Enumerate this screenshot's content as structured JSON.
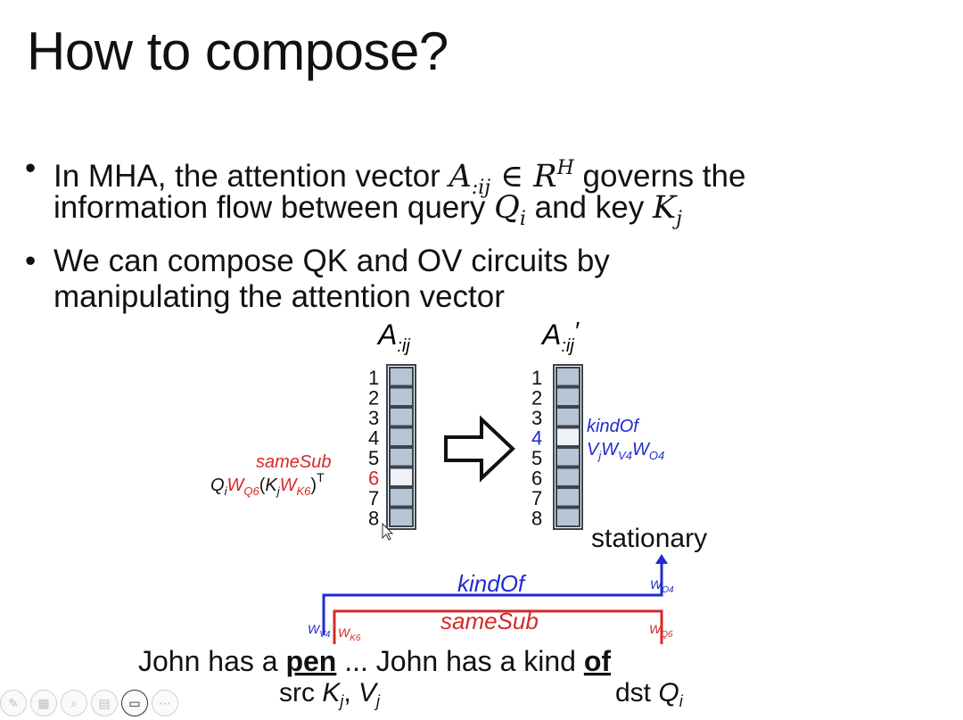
{
  "slide": {
    "title": "How to compose?",
    "bullets": [
      {
        "text_a": "In MHA, the attention vector ",
        "math_a": "A",
        "math_a_sub": ":ij",
        "math_b": " ∈ R",
        "math_b_sup": "H",
        "text_b": " governs the",
        "line2_text": "information flow between query ",
        "q": "Q",
        "q_sub": "i",
        "and_key": " and key ",
        "k": "K",
        "k_sub": "j"
      },
      {
        "line1": "We can compose QK and OV circuits by",
        "line2": "manipulating the attention vector"
      }
    ]
  },
  "diagram": {
    "left_vector_label": "A",
    "left_vector_sub": ":ij",
    "right_vector_label": "A",
    "right_vector_sub": ":ij",
    "right_vector_prime": "′",
    "indices": [
      "1",
      "2",
      "3",
      "4",
      "5",
      "6",
      "7",
      "8"
    ],
    "samesub_label": "sameSub",
    "qk_expr": {
      "q": "Q",
      "q_sub": "i",
      "w1": "W",
      "w1_sub": "Q6",
      "open": "(",
      "k": "K",
      "k_sub": "j",
      "w2": "W",
      "w2_sub": "K6",
      "close": ")",
      "sup": "T"
    },
    "kindof_label": "kindOf",
    "ov_expr": {
      "v": "V",
      "v_sub": "j",
      "w1": "W",
      "w1_sub": "V4",
      "w2": "W",
      "w2_sub": "O4"
    },
    "stationary": "stationary",
    "kindof_bracket": "kindOf",
    "samesub_bracket": "sameSub",
    "w_v4": "W",
    "w_v4_sub": "V4",
    "w_k6": "W",
    "w_k6_sub": "K6",
    "w_o4": "W",
    "w_o4_sub": "O4",
    "w_q6": "W",
    "w_q6_sub": "Q6",
    "sentence_a": "John has a ",
    "sentence_pen": "pen",
    "sentence_b": " ... John has a kind ",
    "sentence_of": "of",
    "src_label": "src ",
    "src_k": "K",
    "src_k_sub": "j",
    "src_comma": ", ",
    "src_v": "V",
    "src_v_sub": "j",
    "dst_label": "dst ",
    "dst_q": "Q",
    "dst_q_sub": "i"
  },
  "colors": {
    "red": "#d42a2a",
    "blue": "#1f2bd1",
    "cell": "#b7c4d4",
    "cell_highlight": "#eef1f5",
    "cell_border": "#3a4450"
  },
  "toolbar": {
    "icons": [
      "pen-icon",
      "slides-icon",
      "zoom-icon",
      "subtitle-icon",
      "camera-icon",
      "more-icon"
    ]
  }
}
